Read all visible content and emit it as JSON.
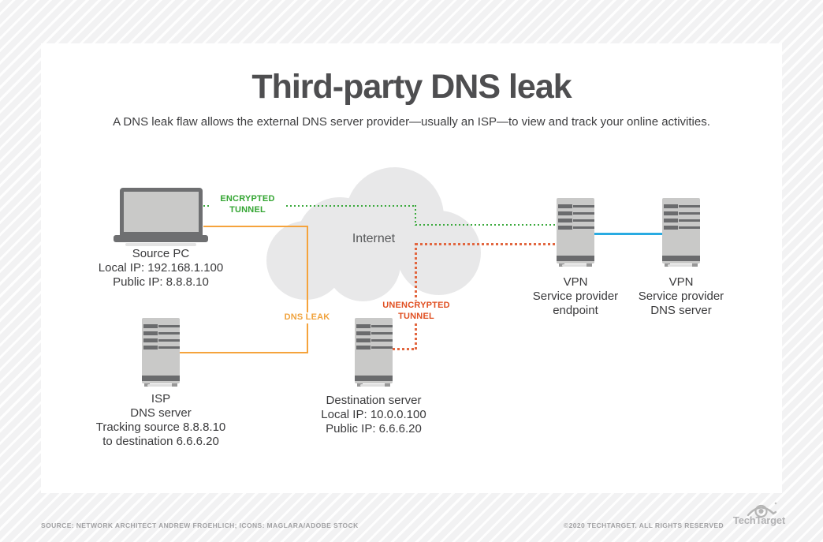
{
  "page": {
    "title": "Third-party DNS leak",
    "subtitle": "A DNS leak flaw allows the external DNS server provider—usually an ISP—to view and track your online activities."
  },
  "diagram": {
    "internet_label": "Internet",
    "tunnels": {
      "encrypted_label": "ENCRYPTED TUNNEL",
      "unencrypted_label": "UNENCRYPTED TUNNEL",
      "dns_leak_label": "DNS LEAK"
    },
    "nodes": {
      "source_pc": {
        "lines": [
          "Source PC",
          "Local IP: 192.168.1.100",
          "Public IP: 8.8.8.10"
        ]
      },
      "isp_dns_server": {
        "lines": [
          "ISP",
          "DNS server",
          "Tracking source 8.8.8.10",
          "to destination 6.6.6.20"
        ]
      },
      "destination_server": {
        "lines": [
          "Destination server",
          "Local IP: 10.0.0.100",
          "Public IP: 6.6.6.20"
        ]
      },
      "vpn_endpoint": {
        "lines": [
          "VPN",
          "Service provider",
          "endpoint"
        ]
      },
      "vpn_dns_server": {
        "lines": [
          "VPN",
          "Service provider",
          "DNS server"
        ]
      }
    },
    "colors": {
      "encrypted_green": "#33a532",
      "dns_leak_orange": "#f5a33c",
      "unencrypted_red": "#e04f21",
      "unencrypted_dots": "#e2663f",
      "vpn_link_blue": "#29abe2",
      "cloud_gray": "#e8e8e9",
      "device_gray": "#c9c9c8",
      "device_dark_gray": "#6a6b6d"
    }
  },
  "footer": {
    "source_credit": "SOURCE: NETWORK ARCHITECT ANDREW FROEHLICH; ICONS: MAGLARA/ADOBE STOCK",
    "copyright": "©2020 TECHTARGET. ALL RIGHTS RESERVED",
    "brand": "TechTarget"
  }
}
